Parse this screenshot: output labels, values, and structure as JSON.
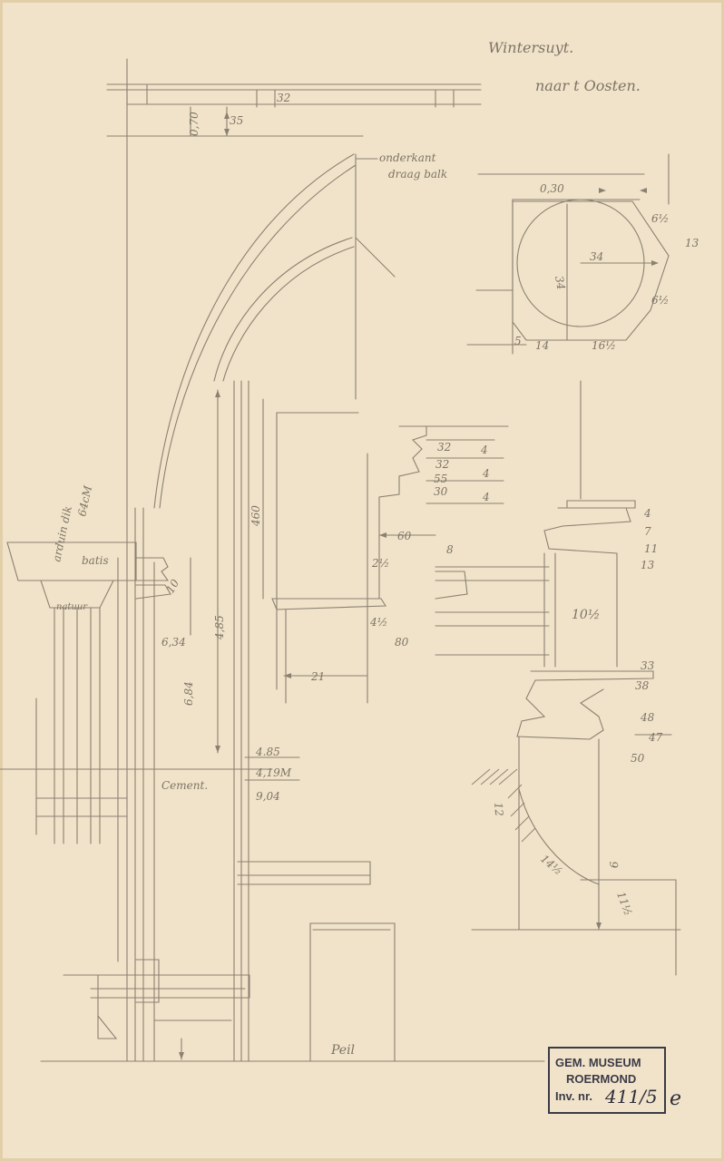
{
  "sheet": {
    "paper_color": "#f1e3c9",
    "pencil_color": "#7c7466",
    "stamp_ink": "#3b3b48"
  },
  "headings": {
    "line1": "Wintersuyt.",
    "line2": "naar t Oosten."
  },
  "notes": {
    "onderkant": "onderkant",
    "draag": "draag balk",
    "arduin_line1": "arduin dik",
    "arduin_line2": "64cM",
    "batis": "batis",
    "natuur": "natuur",
    "cement": "Cement.",
    "peil": "Peil"
  },
  "top_dims": {
    "d1": "32",
    "d2": "0,70",
    "d3": "35"
  },
  "octagon_dims": {
    "width": "0,30",
    "radius": "34",
    "inner": "34",
    "s1": "6½",
    "s2": "13",
    "s3": "6½",
    "s4": "16½",
    "s5": "14",
    "s6": "5"
  },
  "arch_dims": {
    "height": "460",
    "h1": "4,85",
    "w1": "6,34",
    "v1": "6,84",
    "s1": "10",
    "s2": "60",
    "s3": "21",
    "s4": "80",
    "s5": "2½",
    "s6": "4½",
    "s7": "8"
  },
  "sum_dims": {
    "a": "4.85",
    "b": "4,19M",
    "total": "9,04"
  },
  "column_dims": [
    "32",
    "32",
    "55",
    "30"
  ],
  "column_marks": [
    "4",
    "4",
    "4"
  ],
  "base_dims": [
    "4",
    "7",
    "11",
    "13",
    "10½",
    "33",
    "38",
    "48",
    "47",
    "50"
  ],
  "plinth_dims": {
    "p1": "12",
    "p2": "14½",
    "p3": "9",
    "p4": "11½"
  },
  "stamp": {
    "line1": "GEM. MUSEUM",
    "line2": "ROERMOND",
    "line3_label": "Inv. nr.",
    "inv_number": "411/5",
    "suffix": "e"
  }
}
